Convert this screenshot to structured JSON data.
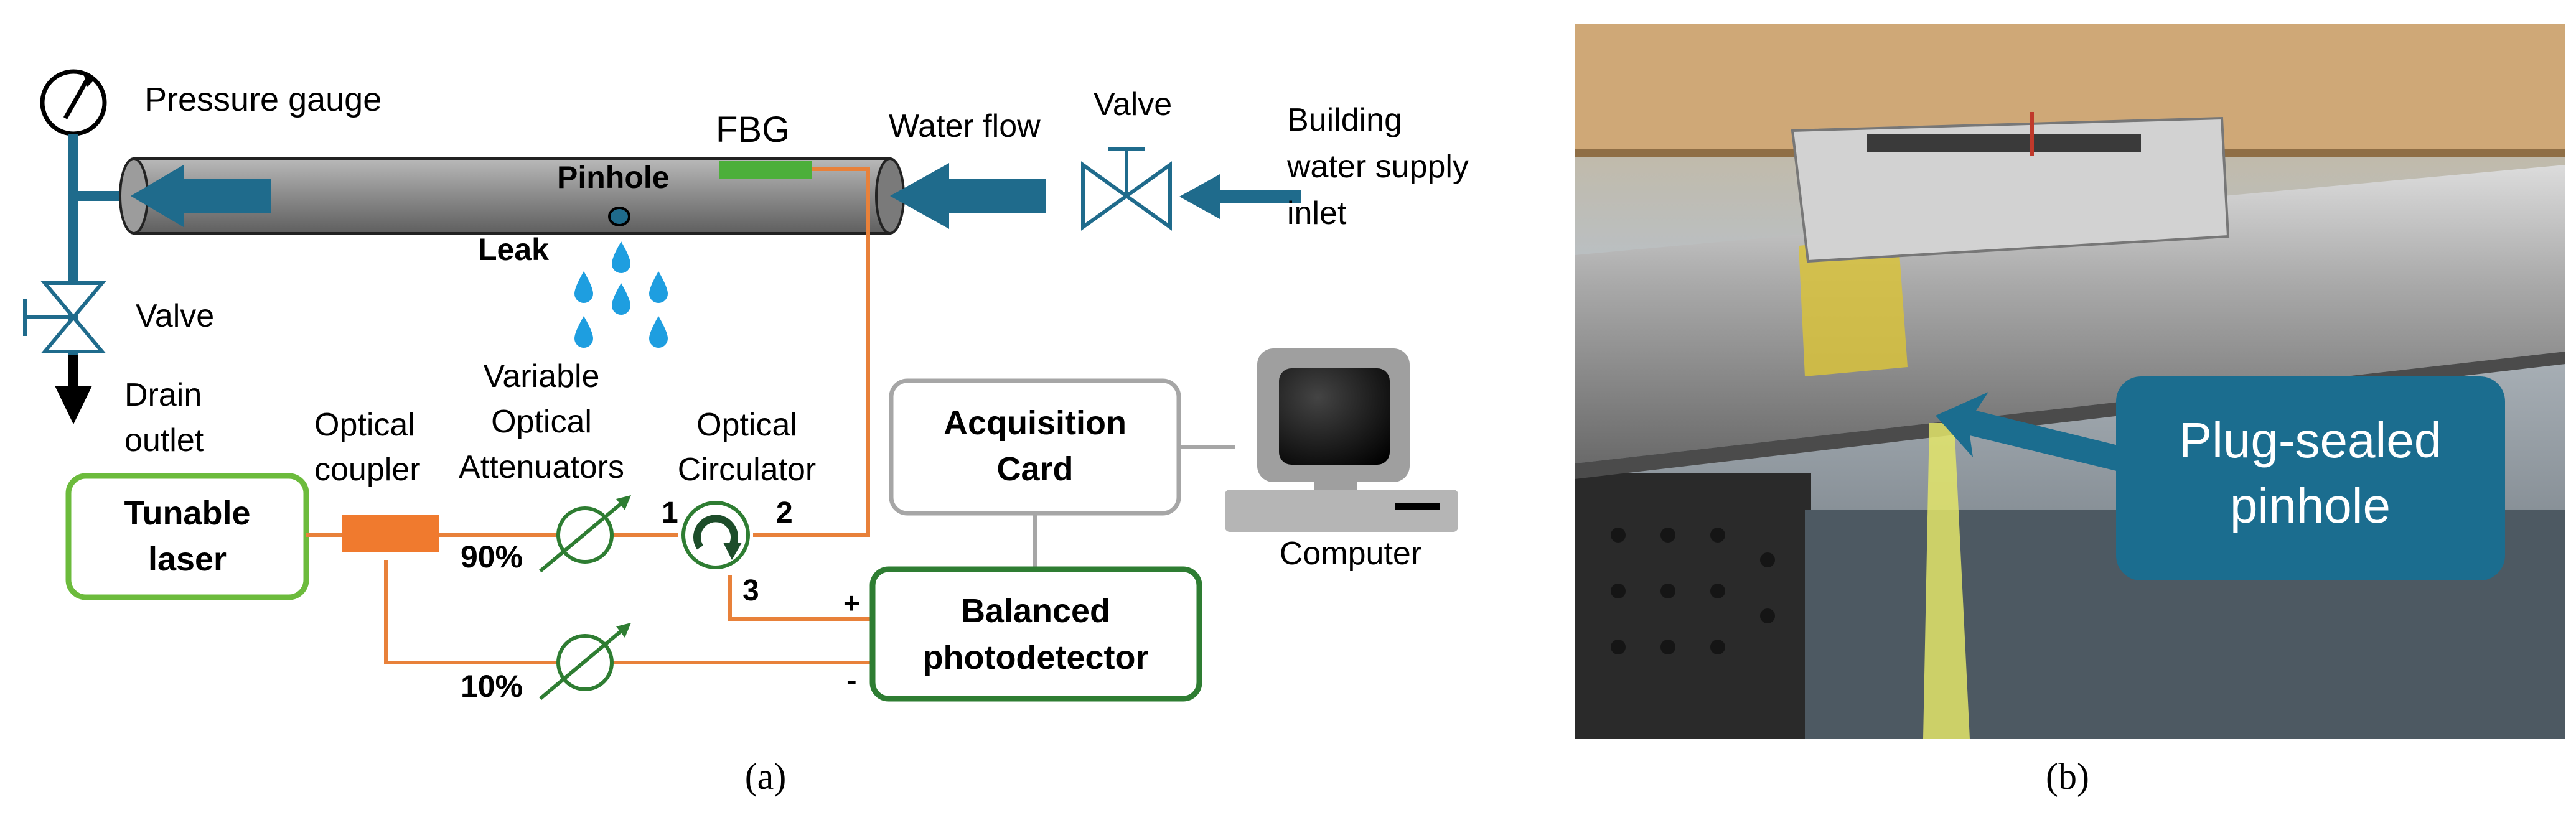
{
  "panel_a": {
    "labels": {
      "pressure_gauge": "Pressure gauge",
      "fbg": "FBG",
      "water_flow": "Water flow",
      "valve_top": "Valve",
      "building_line1": "Building",
      "building_line2": "water supply",
      "building_line3": "inlet",
      "pinhole": "Pinhole",
      "leak": "Leak",
      "valve_left": "Valve",
      "drain_line1": "Drain",
      "drain_line2": "outlet",
      "coupler_line1": "Optical",
      "coupler_line2": "coupler",
      "atten_line1": "Variable",
      "atten_line2": "Optical",
      "atten_line3": "Attenuators",
      "circ_line1": "Optical",
      "circ_line2": "Circulator",
      "port1": "1",
      "port2": "2",
      "port3": "3",
      "laser_line1": "Tunable",
      "laser_line2": "laser",
      "pct90": "90%",
      "pct10": "10%",
      "acq_line1": "Acquisition",
      "acq_line2": "Card",
      "pd_line1": "Balanced",
      "pd_line2": "photodetector",
      "plus": "+",
      "minus": "-",
      "computer": "Computer"
    },
    "caption": "(a)"
  },
  "panel_b": {
    "callout_line1": "Plug-sealed",
    "callout_line2": "pinhole",
    "caption": "(b)"
  },
  "colors": {
    "pipe_blue": "#1f6b8c",
    "fiber_orange": "#e8813a",
    "coupler_orange": "#f07a2e",
    "fbg_green": "#4caf3a",
    "laser_green": "#6cbb3c",
    "detector_green": "#2e7d32",
    "drop_blue": "#1e9ee0",
    "callout_blue": "#1b6d8f"
  }
}
